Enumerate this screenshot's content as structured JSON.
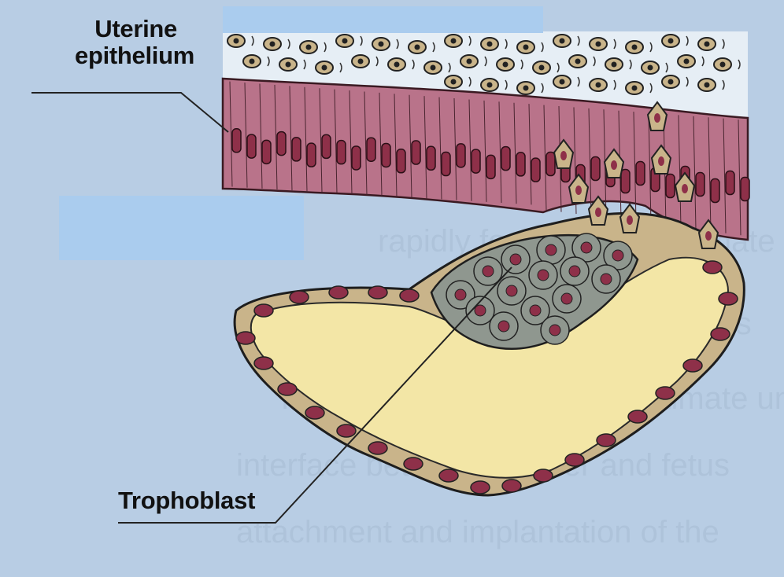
{
  "labels": {
    "uterine_line1": "Uterine",
    "uterine_line2": "epithelium",
    "trophoblast": "Trophoblast"
  },
  "colors": {
    "background": "#b8cde4",
    "epithelium": "#b9738a",
    "nucleus": "#8e3049",
    "stroma": "#e6eef5",
    "yolk": "#f3e6a6",
    "cell_tan": "#c9b48a",
    "cell_gray": "#8f978f",
    "masked_box": "#aaccee"
  }
}
